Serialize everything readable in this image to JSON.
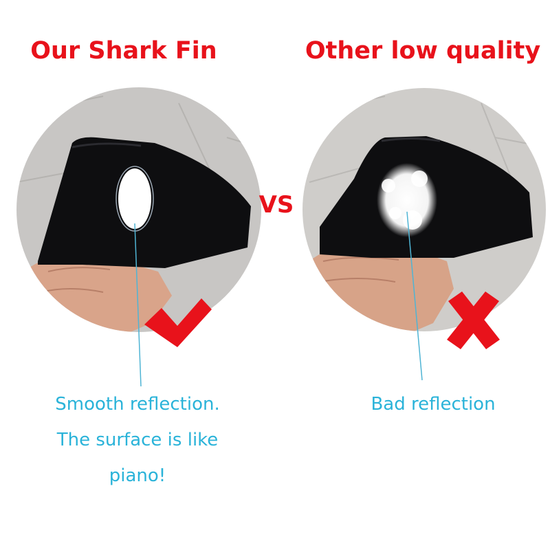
{
  "headings": {
    "left": "Our Shark Fin",
    "right": "Other low quality"
  },
  "vs_label": "VS",
  "captions": {
    "left": [
      "Smooth reflection.",
      "The surface is like",
      "piano!"
    ],
    "right": [
      "Bad reflection"
    ]
  },
  "colors": {
    "heading": "#e8121b",
    "caption": "#2ab3d9",
    "pointer": "#4fb4d4",
    "check": "#e8121b",
    "cross": "#e8121b",
    "fin": "#0e0e10"
  },
  "icons": {
    "good": "check-mark-icon",
    "bad": "cross-mark-icon"
  }
}
